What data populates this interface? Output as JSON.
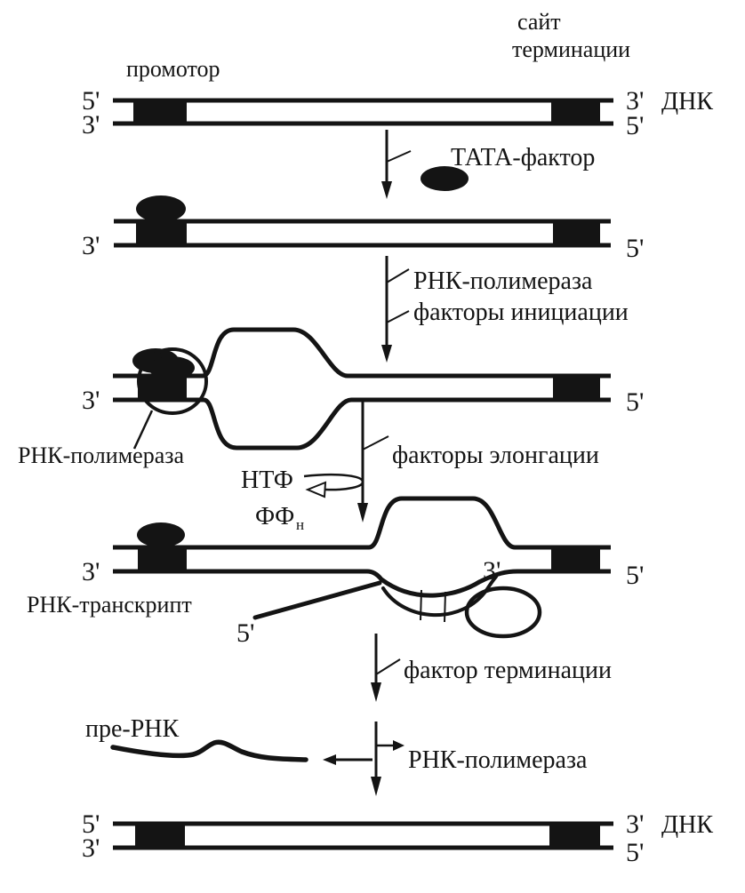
{
  "colors": {
    "ink": "#141414",
    "background": "#ffffff"
  },
  "header": {
    "termination_site_line1": "сайт",
    "termination_site_line2": "терминации",
    "promoter": "промотор",
    "dna": "ДНК"
  },
  "footer": {
    "dna": "ДНК"
  },
  "steps": {
    "tata": {
      "label": "ТАТА-фактор"
    },
    "initiation": {
      "label1": "РНК-полимераза",
      "label2": "факторы инициации"
    },
    "elongation": {
      "label": "факторы элонгации",
      "ntf": "НТФ",
      "ffn": "ФФ",
      "ffn_subscript": "н"
    },
    "termination": {
      "label": "фактор терминации"
    },
    "release": {
      "label": "РНК-полимераза",
      "pre_rna": "пре-РНК"
    }
  },
  "callouts": {
    "rna_polymerase": "РНК-полимераза",
    "rna_transcript": "РНК-транскрипт"
  },
  "strand_ends": {
    "row1": {
      "left_top": "5'",
      "left_bottom": "3'",
      "right_top": "3'",
      "right_bottom": "5'"
    },
    "row2": {
      "left_bottom": "3'",
      "right_bottom": "5'"
    },
    "row3": {
      "left_bottom": "3'",
      "right_bottom": "5'"
    },
    "row4": {
      "left_bottom": "3'",
      "right_bottom": "5'",
      "transcript_3": "3'",
      "transcript_5": "5'"
    },
    "row5": {
      "left_top": "5'",
      "left_bottom": "3'",
      "right_top": "3'",
      "right_bottom": "5'"
    }
  }
}
